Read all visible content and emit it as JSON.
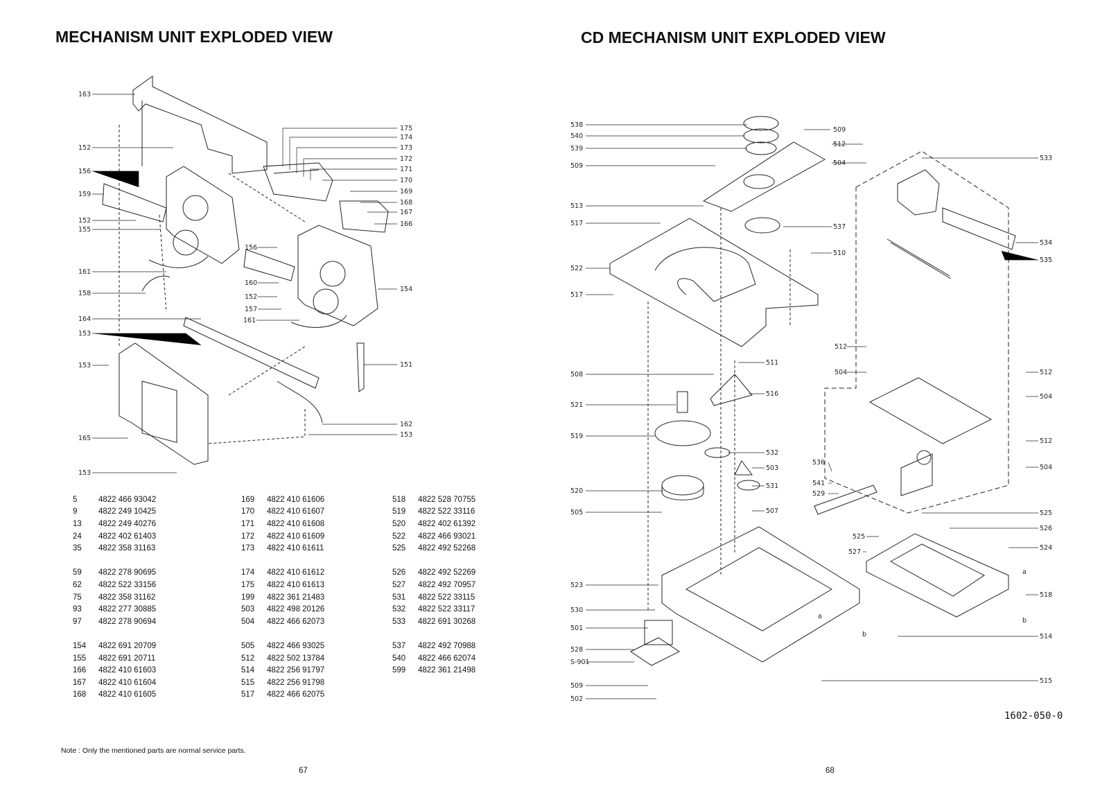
{
  "left_page": {
    "title": "MECHANISM UNIT EXPLODED VIEW",
    "callouts_left": [
      "163",
      "152",
      "156",
      "159",
      "152",
      "155",
      "161",
      "158",
      "164",
      "153",
      "153",
      "165",
      "153"
    ],
    "callouts_right": [
      "175",
      "174",
      "173",
      "172",
      "171",
      "170",
      "169",
      "168",
      "167",
      "166",
      "154",
      "151",
      "162",
      "153"
    ],
    "callouts_mid": [
      "156",
      "160",
      "152",
      "157",
      "161"
    ],
    "parts_col1": [
      [
        "5",
        "4822 466 93042"
      ],
      [
        "9",
        "4822 249 10425"
      ],
      [
        "13",
        "4822 249 40276"
      ],
      [
        "24",
        "4822 402 61403"
      ],
      [
        "35",
        "4822 358 31163"
      ],
      null,
      [
        "59",
        "4822 278 90695"
      ],
      [
        "62",
        "4822 522 33156"
      ],
      [
        "75",
        "4822 358 31162"
      ],
      [
        "93",
        "4822 277 30885"
      ],
      [
        "97",
        "4822 278 90694"
      ],
      null,
      [
        "154",
        "4822 691 20709"
      ],
      [
        "155",
        "4822 691 20711"
      ],
      [
        "166",
        "4822 410 61603"
      ],
      [
        "167",
        "4822 410 61604"
      ],
      [
        "168",
        "4822 410 61605"
      ]
    ],
    "parts_col2": [
      [
        "169",
        "4822 410 61606"
      ],
      [
        "170",
        "4822 410 61607"
      ],
      [
        "171",
        "4822 410 61608"
      ],
      [
        "172",
        "4822 410 61609"
      ],
      [
        "173",
        "4822 410 61611"
      ],
      null,
      [
        "174",
        "4822 410 61612"
      ],
      [
        "175",
        "4822 410 61613"
      ],
      [
        "199",
        "4822 361 21483"
      ],
      [
        "503",
        "4822 498 20126"
      ],
      [
        "504",
        "4822 466 62073"
      ],
      null,
      [
        "505",
        "4822 466 93025"
      ],
      [
        "512",
        "4822 502 13784"
      ],
      [
        "514",
        "4822 256 91797"
      ],
      [
        "515",
        "4822 256 91798"
      ],
      [
        "517",
        "4822 466 62075"
      ]
    ],
    "parts_col3": [
      [
        "518",
        "4822 528 70755"
      ],
      [
        "519",
        "4822 522 33116"
      ],
      [
        "520",
        "4822 402 61392"
      ],
      [
        "522",
        "4822 466 93021"
      ],
      [
        "525",
        "4822 492 52268"
      ],
      null,
      [
        "526",
        "4822 492 52269"
      ],
      [
        "527",
        "4822 492 70957"
      ],
      [
        "531",
        "4822 522 33115"
      ],
      [
        "532",
        "4822 522 33117"
      ],
      [
        "533",
        "4822 691 30268"
      ],
      null,
      [
        "537",
        "4822 492 70988"
      ],
      [
        "540",
        "4822 466 62074"
      ],
      [
        "599",
        "4822 361 21498"
      ]
    ],
    "note": "Note : Only the mentioned parts are normal service parts.",
    "page_number": "67"
  },
  "right_page": {
    "title": "CD MECHANISM UNIT EXPLODED VIEW",
    "callouts_left": [
      "538",
      "540",
      "539",
      "509",
      "513",
      "517",
      "522",
      "517",
      "508",
      "521",
      "519",
      "520",
      "505",
      "523",
      "530",
      "501",
      "528",
      "S-901",
      "509",
      "502"
    ],
    "callouts_right": [
      "509",
      "512",
      "504",
      "533",
      "537",
      "510",
      "534",
      "535",
      "511",
      "516",
      "512",
      "504",
      "512",
      "504",
      "512",
      "504",
      "532",
      "503",
      "531",
      "536",
      "541",
      "529",
      "507",
      "525",
      "526",
      "524",
      "525",
      "518",
      "527",
      "514",
      "515"
    ],
    "marks": [
      "a",
      "b",
      "a",
      "b"
    ],
    "drawing_code": "1602-050-0",
    "page_number": "68"
  },
  "colors": {
    "ink": "#222222",
    "paper": "#ffffff"
  }
}
